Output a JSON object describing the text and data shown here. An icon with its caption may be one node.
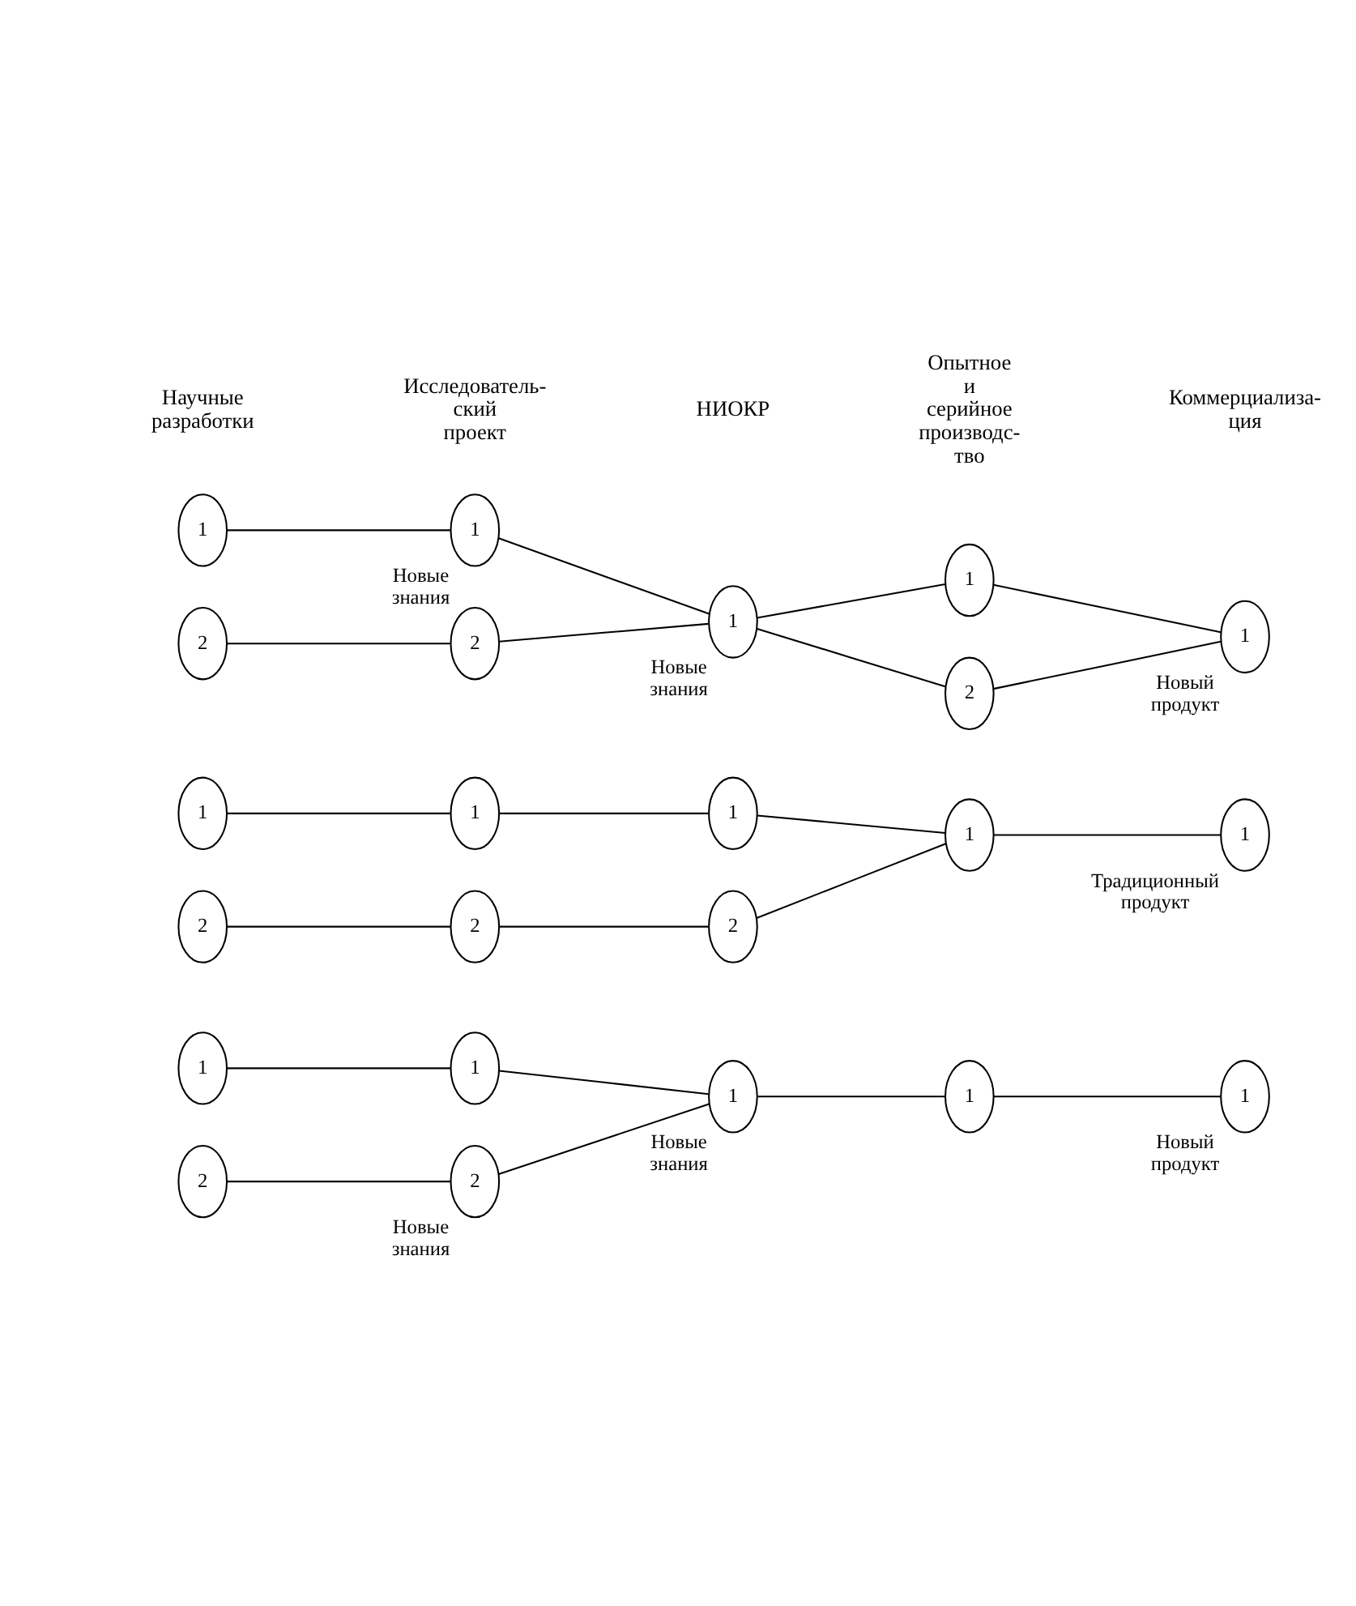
{
  "diagram": {
    "nodes": [
      {
        "text": [
          "1"
        ]
      },
      {
        "text": [
          "2"
        ]
      },
      {
        "text": [
          "1"
        ],
        "beside": [
          "Новые знания"
        ]
      },
      {
        "text": [
          "2"
        ]
      },
      {
        "text": [
          "1"
        ],
        "beside": [
          "Новые знания"
        ]
      },
      {
        "text": [
          "1"
        ]
      },
      {
        "text": [
          "2"
        ]
      },
      {
        "text": [
          "1"
        ],
        "beside": [
          "Новый продукт"
        ]
      },
      {
        "text": [
          "1"
        ]
      },
      {
        "text": [
          "2"
        ]
      },
      {
        "text": [
          "1"
        ]
      },
      {
        "text": [
          "2"
        ]
      },
      {
        "text": [
          "1"
        ]
      },
      {
        "text": [
          "2"
        ]
      },
      {
        "text": [
          "1"
        ]
      },
      {
        "text": [
          "1"
        ],
        "beside": [
          "Традиционный продукт"
        ]
      },
      {
        "text": [
          "1"
        ]
      },
      {
        "text": [
          "2"
        ]
      },
      {
        "text": [
          "1"
        ]
      },
      {
        "text": [
          "2"
        ],
        "beside": [
          "Новые знания"
        ]
      },
      {
        "text": [
          "1"
        ],
        "beside": [
          "Новые знания"
        ]
      },
      {
        "text": [
          "1"
        ]
      },
      {
        "text": [
          "1"
        ],
        "beside": [
          "Новый продукт"
        ]
      }
    ],
    "edges": [
      {
        "from": 0,
        "to": 2,
        "arrow": "none"
      },
      {
        "from": 1,
        "to": 3,
        "arrow": "none"
      },
      {
        "from": 2,
        "to": 4,
        "arrow": "none"
      },
      {
        "from": 3,
        "to": 4,
        "arrow": "none"
      },
      {
        "from": 4,
        "to": 5,
        "arrow": "none"
      },
      {
        "from": 4,
        "to": 6,
        "arrow": "none"
      },
      {
        "from": 5,
        "to": 7,
        "arrow": "none"
      },
      {
        "from": 6,
        "to": 7,
        "arrow": "none"
      },
      {
        "from": 8,
        "to": 10,
        "arrow": "none"
      },
      {
        "from": 9,
        "to": 11,
        "arrow": "none"
      },
      {
        "from": 10,
        "to": 12,
        "arrow": "none"
      },
      {
        "from": 11,
        "to": 13,
        "arrow": "none"
      },
      {
        "from": 12,
        "to": 14,
        "arrow": "none"
      },
      {
        "from": 13,
        "to": 14,
        "arrow": "none"
      },
      {
        "from": 14,
        "to": 15,
        "arrow": "none"
      },
      {
        "from": 16,
        "to": 18,
        "arrow": "none"
      },
      {
        "from": 17,
        "to": 19,
        "arrow": "none"
      },
      {
        "from": 18,
        "to": 20,
        "arrow": "none"
      },
      {
        "from": 19,
        "to": 20,
        "arrow": "none"
      },
      {
        "from": 20,
        "to": 21,
        "arrow": "none"
      },
      {
        "from": 21,
        "to": 22,
        "arrow": "none"
      }
    ],
    "labels": [
      "Научные разработки",
      "Исследователь- ский проект",
      "НИОКР",
      "Опытное и серийное производс- тво",
      "Коммерциализа- ция"
    ]
  }
}
